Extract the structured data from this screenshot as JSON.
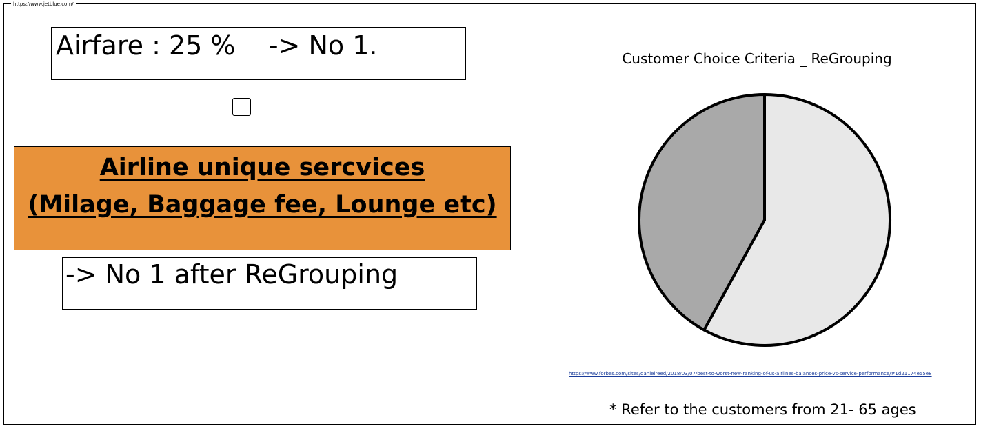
{
  "window": {
    "url": "https://www.jetblue.com/"
  },
  "airfare": {
    "text": "Airfare : 25 %    -> No 1."
  },
  "highlight": {
    "line1": "Airline unique sercvices",
    "line2": "(Milage, Baggage fee, Lounge etc)"
  },
  "regroup": {
    "text": "-> No 1 after ReGrouping"
  },
  "chart_data": {
    "type": "pie",
    "title": "Customer Choice Criteria _ ReGrouping",
    "values": [
      58,
      42
    ],
    "colors": [
      "#e8e8e8",
      "#a9a9a9"
    ]
  },
  "source": {
    "link": "https://www.forbes.com/sites/danielreed/2018/03/07/best-to-worst-new-ranking-of-us-airlines-balances-price-vs-service-performance/#1d21174e55e8"
  },
  "footnote": {
    "text": "* Refer to the customers from 21- 65 ages"
  }
}
